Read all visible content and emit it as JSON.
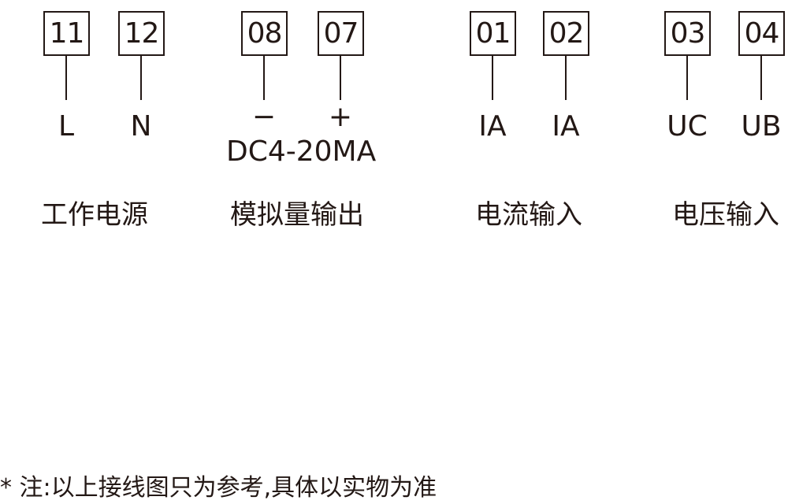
{
  "terminals": [
    {
      "number": "11",
      "signal": "L"
    },
    {
      "number": "12",
      "signal": "N"
    },
    {
      "number": "08",
      "signal": "−"
    },
    {
      "number": "07",
      "signal": "+"
    },
    {
      "number": "01",
      "signal": "IA"
    },
    {
      "number": "02",
      "signal": "IA"
    },
    {
      "number": "03",
      "signal": "UC"
    },
    {
      "number": "04",
      "signal": "UB"
    }
  ],
  "groups": [
    {
      "label": "工作电源"
    },
    {
      "label": "模拟量输出",
      "sublabel": "DC4-20MA"
    },
    {
      "label": "电流输入"
    },
    {
      "label": "电压输入"
    }
  ],
  "note": "* 注:以上接线图只为参考,具体以实物为准"
}
